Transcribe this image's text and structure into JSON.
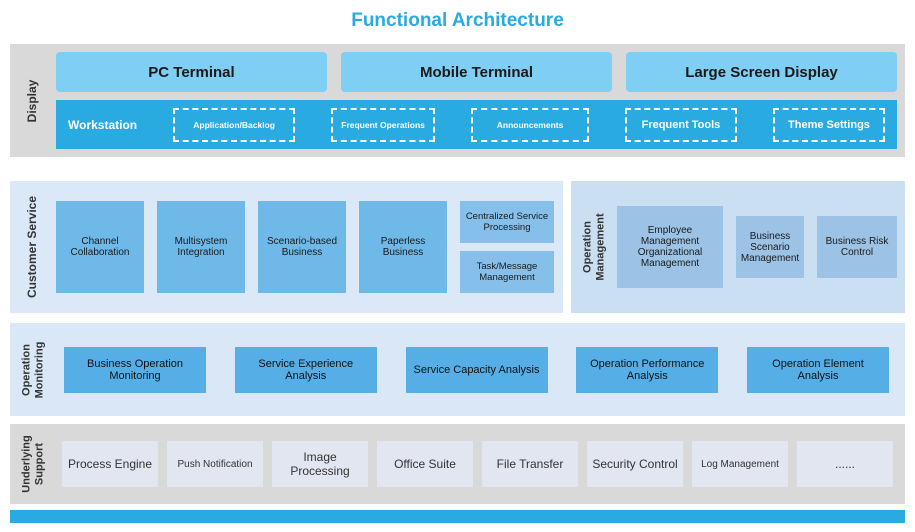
{
  "title": "Functional Architecture",
  "display": {
    "label": "Display",
    "terminals": [
      "PC Terminal",
      "Mobile Terminal",
      "Large Screen Display"
    ],
    "workstation": {
      "label": "Workstation",
      "items": [
        "Application/Backlog",
        "Frequent Operations",
        "Announcements",
        "Frequent Tools",
        "Theme Settings"
      ]
    }
  },
  "customer_service": {
    "label": "Customer Service",
    "items": [
      "Channel Collaboration",
      "Multisystem Integration",
      "Scenario-based Business",
      "Paperless Business"
    ],
    "stacked": [
      "Centralized Service Processing",
      "Task/Message Management"
    ]
  },
  "operation_management": {
    "label": "Operation Management",
    "items": [
      "Employee Management Organizational Management",
      "Business Scenario Management",
      "Business Risk Control"
    ]
  },
  "operation_monitoring": {
    "label": "Operation Monitoring",
    "items": [
      "Business Operation Monitoring",
      "Service Experience Analysis",
      "Service Capacity Analysis",
      "Operation Performance Analysis",
      "Operation Element Analysis"
    ]
  },
  "underlying_support": {
    "label": "Underlying Support",
    "items": [
      "Process Engine",
      "Push Notification",
      "Image Processing",
      "Office Suite",
      "File Transfer",
      "Security Control",
      "Log Management",
      "......"
    ]
  },
  "colors": {
    "accent": "#29ABE2",
    "section_gray": "#D9D9D9",
    "panel_light_blue": "#DBE8F7",
    "box_medium_blue": "#6FB9E9",
    "box_monitor_blue": "#55AEE6",
    "box_mgmt_blue": "#9CC3E6",
    "box_support_gray": "#E2E6F1",
    "terminal_blue": "#7FCEF3"
  }
}
